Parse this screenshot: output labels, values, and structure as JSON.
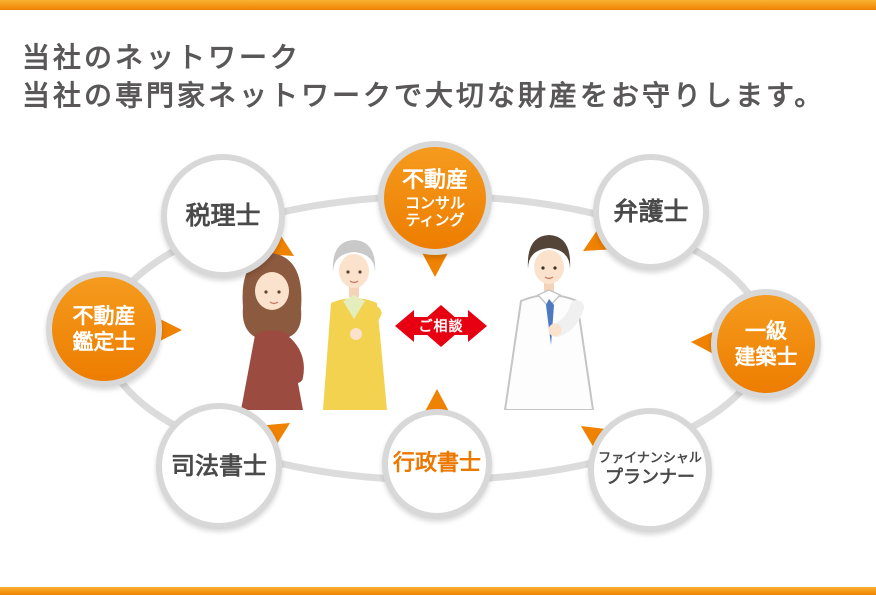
{
  "header": {
    "title_line1": "当社のネットワーク",
    "title_line2": "当社の専門家ネットワークで大切な財産をお守りします。"
  },
  "colors": {
    "accent_orange": "#EF8200",
    "ring_gray": "#DCDCDC",
    "arrow_red": "#E60012",
    "title_gray": "#595757"
  },
  "diagram": {
    "center_label": "ご相談",
    "nodes": {
      "consulting": {
        "lines": [
          "不動産",
          "コンサル",
          "ティング"
        ]
      },
      "zeirishi": {
        "label": "税理士"
      },
      "bengoshi": {
        "label": "弁護士"
      },
      "kanteishi": {
        "lines": [
          "不動産",
          "鑑定士"
        ]
      },
      "kenchikushi": {
        "lines": [
          "一級",
          "建築士"
        ]
      },
      "shihoshoshi": {
        "label": "司法書士"
      },
      "gyoseishoshi": {
        "label": "行政書士"
      },
      "fp": {
        "lines": [
          "ファイナンシャル",
          "プランナー"
        ]
      }
    }
  }
}
